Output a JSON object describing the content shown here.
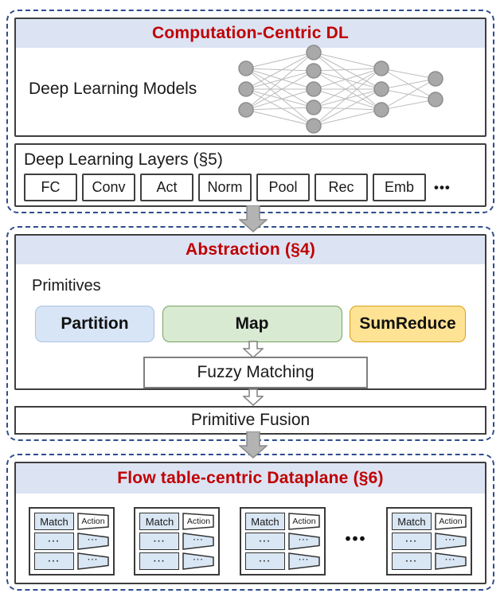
{
  "colors": {
    "accent_red": "#c00000",
    "dashed_border_blue": "#2e4d8e",
    "header_band_blue": "#dce3f3",
    "partition_fill": "#d8e5f6",
    "partition_border": "#a9c2e4",
    "map_fill": "#d9ead3",
    "map_border": "#76a35e",
    "sumreduce_fill": "#ffe394",
    "sumreduce_border": "#d4a017",
    "flow_cell_blue": "#d9e6f4",
    "nn_node_gray": "#a9a9a9"
  },
  "section1": {
    "title": "Computation-Centric DL",
    "models_label": "Deep Learning Models",
    "layers_label": "Deep Learning Layers (§5)",
    "layers": [
      "FC",
      "Conv",
      "Act",
      "Norm",
      "Pool",
      "Rec",
      "Emb"
    ],
    "layers_ellipsis": "•••"
  },
  "nn": {
    "layers": [
      3,
      5,
      3,
      2
    ]
  },
  "section2": {
    "title": "Abstraction (§4)",
    "primitives_label": "Primitives",
    "primitive_partition": "Partition",
    "primitive_map": "Map",
    "primitive_sumreduce": "SumReduce",
    "fuzzy_matching": "Fuzzy Matching",
    "primitive_fusion": "Primitive Fusion"
  },
  "section3": {
    "title": "Flow table-centric Dataplane (§6)",
    "match_label": "Match",
    "action_label": "Action",
    "row_dots": "...",
    "tables_ellipsis": "•••"
  }
}
